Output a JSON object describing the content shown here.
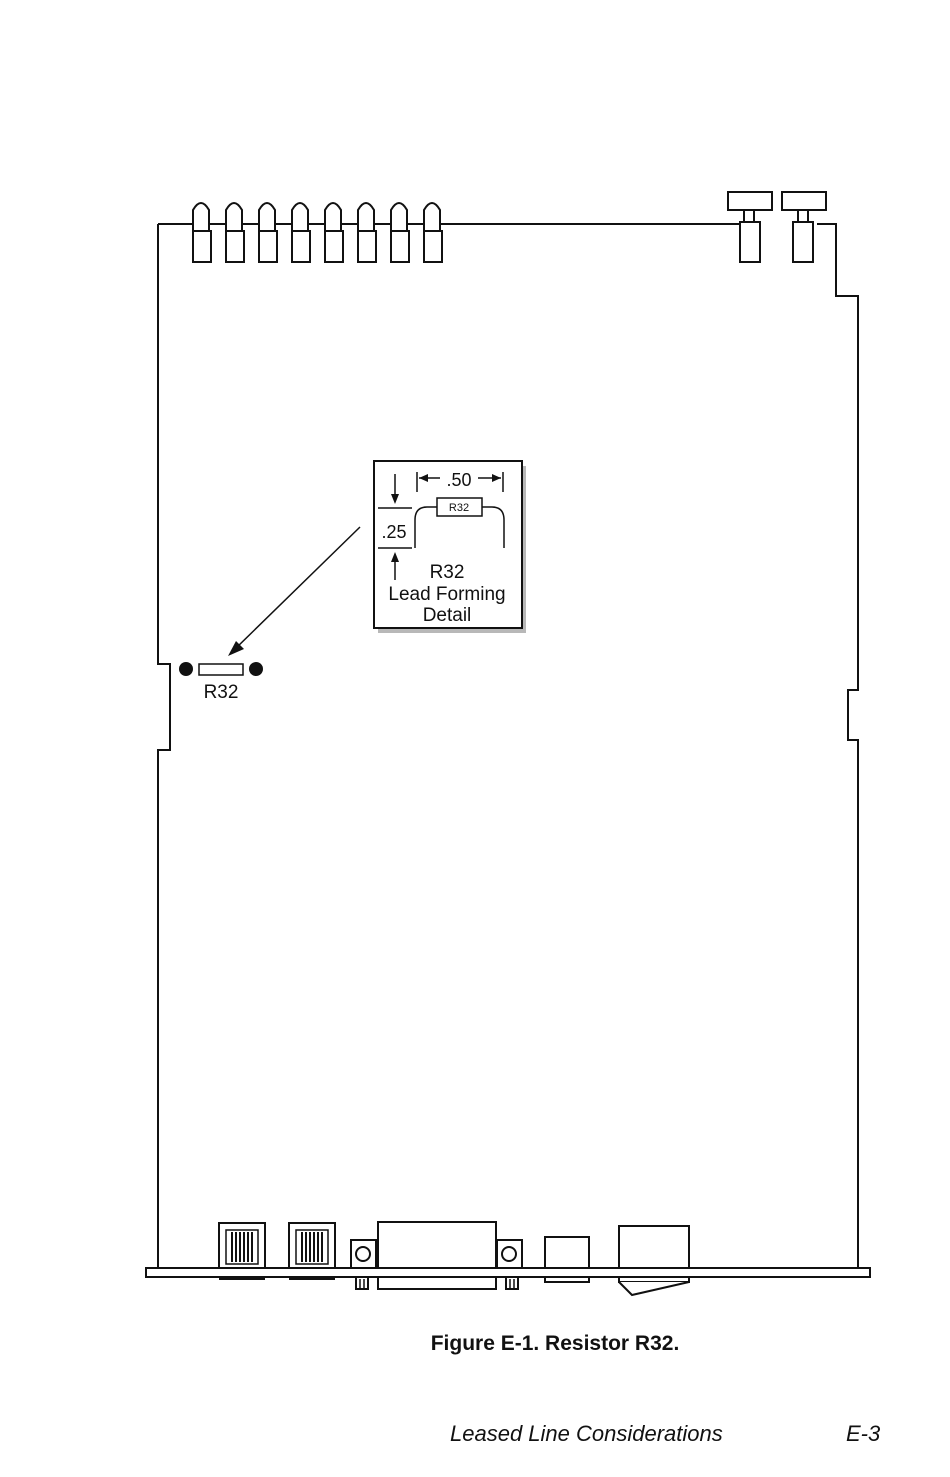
{
  "diagram": {
    "resistor_label": "R32",
    "detail": {
      "width_dim": ".50",
      "height_dim": ".25",
      "component_label": "R32",
      "caption_line1": "R32",
      "caption_line2": "Lead Forming",
      "caption_line3": "Detail"
    }
  },
  "figure_caption": "Figure E-1. Resistor R32.",
  "footer": {
    "section_title": "Leased Line Considerations",
    "page_number": "E-3"
  }
}
